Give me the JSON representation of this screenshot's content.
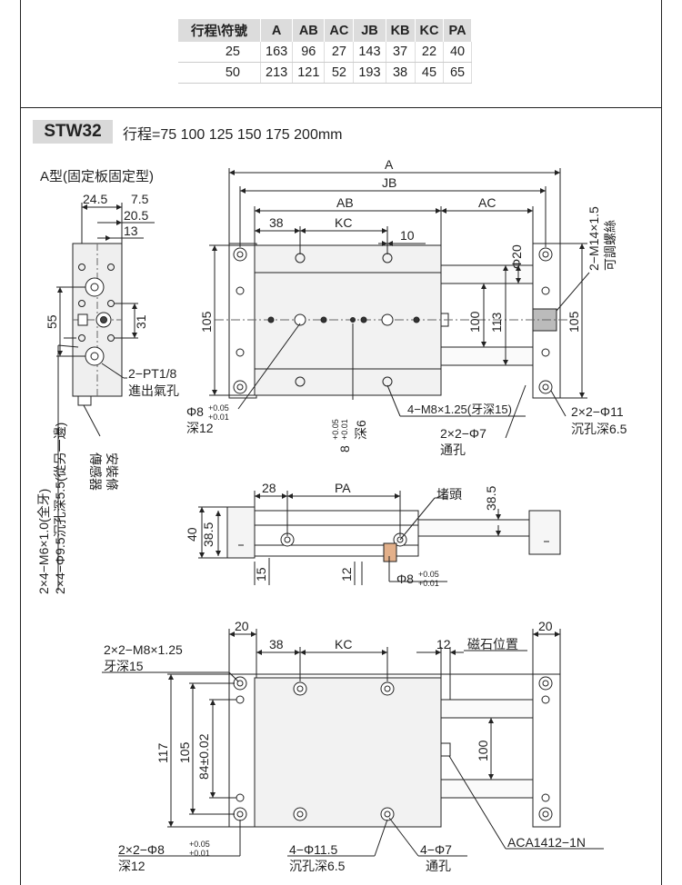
{
  "table": {
    "headers": [
      "行程\\符號",
      "A",
      "AB",
      "AC",
      "JB",
      "KB",
      "KC",
      "PA"
    ],
    "rows": [
      [
        "25",
        "163",
        "96",
        "27",
        "143",
        "37",
        "22",
        "40"
      ],
      [
        "50",
        "213",
        "121",
        "52",
        "193",
        "38",
        "45",
        "65"
      ]
    ]
  },
  "model": "STW32",
  "stroke_text": "行程=75  100  125  150  175  200mm",
  "type_label": "A型(固定板固定型)",
  "left_view": {
    "dim_24_5": "24.5",
    "dim_7_5": "7.5",
    "dim_20_5": "20.5",
    "dim_13": "13",
    "dim_55": "55",
    "dim_31": "31",
    "port_label": "2−PT1/8",
    "port_sub": "進出氣孔",
    "sensor_label_1": "傳感器",
    "sensor_label_2": "安裝條",
    "side_label_1": "2×4−M6×1.0(全牙)",
    "side_label_2": "2×4−Φ9.5沉孔深5.5(從另一邊)"
  },
  "top_view": {
    "A": "A",
    "JB": "JB",
    "AB": "AB",
    "AC": "AC",
    "dim_38": "38",
    "KC": "KC",
    "dim_10": "10",
    "phi20": "Φ20",
    "m14": "2−M14×1.5",
    "m14_sub": "可調螺絲",
    "dim_105": "105",
    "dim_100": "100",
    "dim_113": "113",
    "dim_105_r": "105",
    "phi8": "Φ8",
    "phi8_tol_up": "+0.05",
    "phi8_tol_dn": "+0.01",
    "depth12": "深12",
    "eight": "8",
    "eight_tol_up": "+0.05",
    "eight_tol_dn": "+0.01",
    "depth6": "深6",
    "m8_label": "4−M8×1.25(牙深15)",
    "phi7_label": "2×2−Φ7",
    "through": "通孔",
    "phi11_label": "2×2−Φ11",
    "counterbore": "沉孔深6.5"
  },
  "front_view": {
    "dim_28": "28",
    "PA": "PA",
    "plug": "堵頭",
    "dim_38_5_top": "38.5",
    "dim_40": "40",
    "dim_38_5": "38.5",
    "dim_15": "15",
    "dim_12": "12",
    "phi8": "Φ8",
    "tol_up": "+0.05",
    "tol_dn": "+0.01"
  },
  "bottom_view": {
    "dim_20_l": "20",
    "dim_20_r": "20",
    "dim_38": "38",
    "KC": "KC",
    "dim_12": "12",
    "magnet": "磁石位置",
    "m8_label": "2×2−M8×1.25",
    "m8_sub": "牙深15",
    "dim_117": "117",
    "dim_105": "105",
    "dim_84": "84±0.02",
    "dim_100": "100",
    "phi8_label": "2×2−Φ8",
    "tol_up": "+0.05",
    "tol_dn": "+0.01",
    "depth12": "深12",
    "phi11_label": "4−Φ11.5",
    "counterbore": "沉孔深6.5",
    "phi7_label": "4−Φ7",
    "through": "通孔",
    "aca": "ACA1412−1N"
  }
}
